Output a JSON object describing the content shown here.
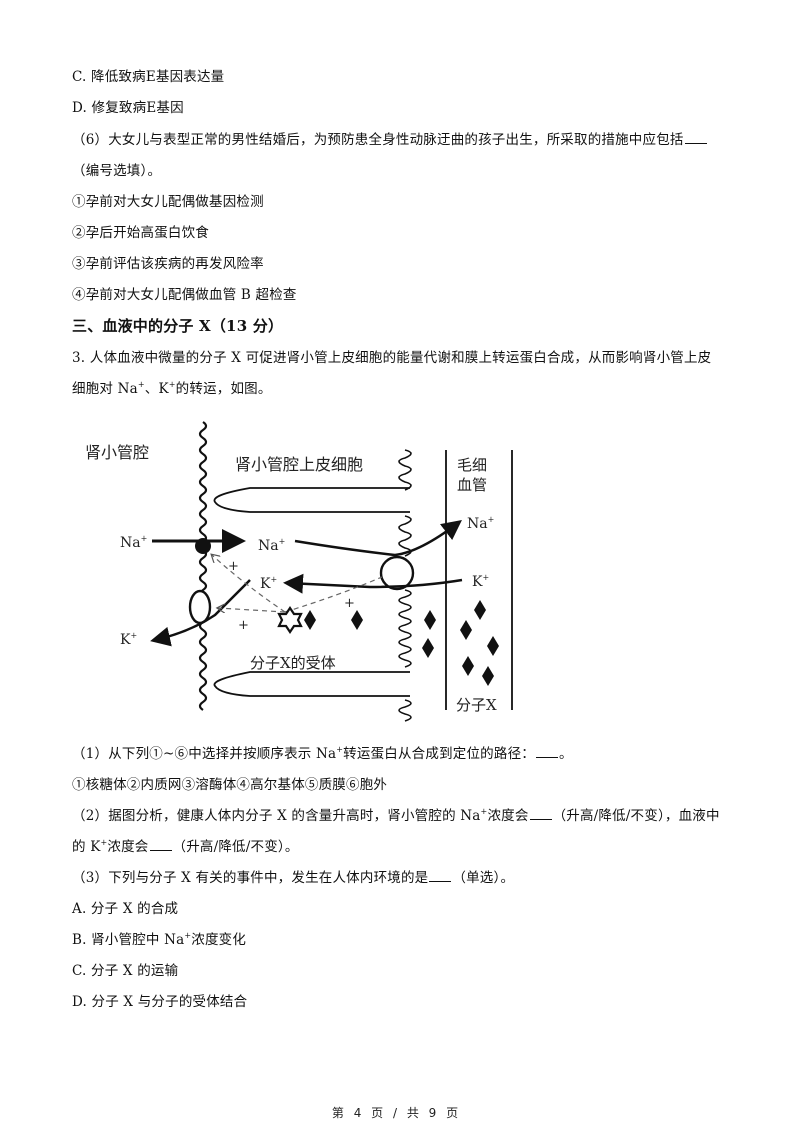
{
  "q5_options": {
    "C": "C. 降低致病E基因表达量",
    "D": "D. 修复致病E基因"
  },
  "q6": {
    "stem_part1": "（6）大女儿与表型正常的男性结婚后，为预防患全身性动脉迂曲的孩子出生，所采取的措施中应包括",
    "stem_part2": "（编号选填）。",
    "choices": [
      "①孕前对大女儿配偶做基因检测",
      "②孕后开始高蛋白饮食",
      "③孕前评估该疾病的再发风险率",
      "④孕前对大女儿配偶做血管 B 超检查"
    ]
  },
  "section3": {
    "title": "三、血液中的分子 X（13 分）",
    "q_intro_line1": "3. 人体血液中微量的分子 X 可促进肾小管上皮细胞的能量代谢和膜上转运蛋白合成，从而影响肾小管上皮",
    "q_intro_line2_a": "细胞对 Na",
    "q_intro_line2_b": "、K",
    "q_intro_line2_c": "的转运，如图。",
    "sup_plus": "+"
  },
  "diagram": {
    "label_lumen": "肾小管腔",
    "label_epithelial": "肾小管腔上皮细胞",
    "label_capillary_1": "毛细",
    "label_capillary_2": "血管",
    "label_na": "Na",
    "label_k": "K",
    "label_plus": "+",
    "label_receptor": "分子X的受体",
    "label_molecule_x": "分子X"
  },
  "q1": {
    "stem_a": "（1）从下列①~⑥中选择并按顺序表示 Na",
    "stem_b": "转运蛋白从合成到定位的路径：",
    "stem_c": "。",
    "options": "①核糖体②内质网③溶酶体④高尔基体⑤质膜⑥胞外"
  },
  "q2": {
    "line1_a": "（2）据图分析，健康人体内分子 X 的含量升高时，肾小管腔的 Na",
    "line1_b": "浓度会",
    "line1_c": "（升高/降低/不变），血液中",
    "line2_a": "的 K",
    "line2_b": "浓度会",
    "line2_c": "（升高/降低/不变）。"
  },
  "q3": {
    "stem_a": "（3）下列与分子 X 有关的事件中，发生在人体内环境的是",
    "stem_b": "（单选）。",
    "options": {
      "A": "A. 分子 X 的合成",
      "B_a": "B. 肾小管腔中 Na",
      "B_b": "浓度变化",
      "C": "C. 分子 X 的运输",
      "D": "D. 分子 X 与分子的受体结合"
    }
  },
  "footer": {
    "page_text": "第 4 页 / 共 9 页"
  }
}
